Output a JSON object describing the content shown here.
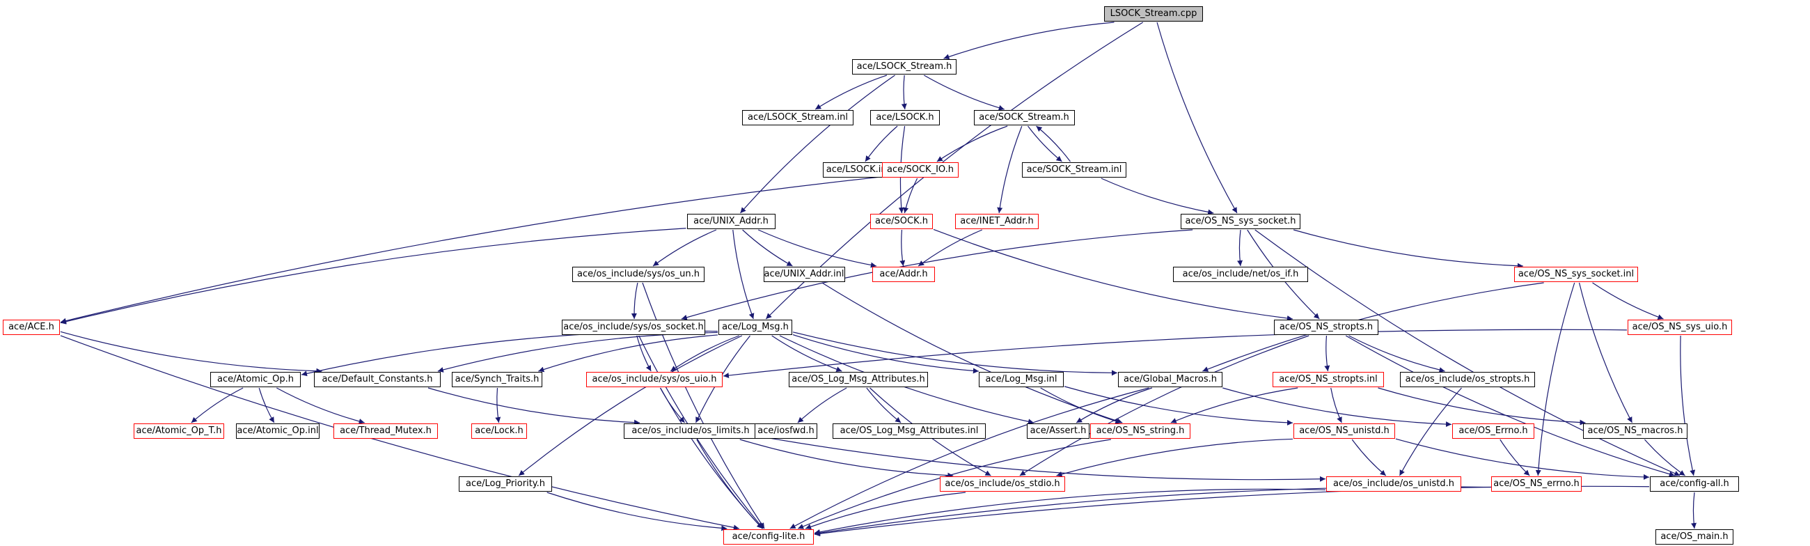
{
  "colors": {
    "edge": "#191970",
    "node_border": "#000000",
    "incomplete_border": "#ff0000",
    "root_fill": "#bfbfbf"
  },
  "nodes": [
    {
      "id": "root",
      "label": "LSOCK_Stream.cpp",
      "style": "root"
    },
    {
      "id": "lsock_stream_h",
      "label": "ace/LSOCK_Stream.h",
      "style": "black"
    },
    {
      "id": "lsock_stream_inl",
      "label": "ace/LSOCK_Stream.inl",
      "style": "black"
    },
    {
      "id": "lsock_h",
      "label": "ace/LSOCK.h",
      "style": "black"
    },
    {
      "id": "sock_stream_h",
      "label": "ace/SOCK_Stream.h",
      "style": "black"
    },
    {
      "id": "lsock_inl",
      "label": "ace/LSOCK.inl",
      "style": "black"
    },
    {
      "id": "sock_io_h",
      "label": "ace/SOCK_IO.h",
      "style": "red"
    },
    {
      "id": "sock_stream_inl",
      "label": "ace/SOCK_Stream.inl",
      "style": "black"
    },
    {
      "id": "unix_addr_h",
      "label": "ace/UNIX_Addr.h",
      "style": "black"
    },
    {
      "id": "sock_h",
      "label": "ace/SOCK.h",
      "style": "red"
    },
    {
      "id": "inet_addr_h",
      "label": "ace/INET_Addr.h",
      "style": "red"
    },
    {
      "id": "os_ns_sys_socket_h",
      "label": "ace/OS_NS_sys_socket.h",
      "style": "black"
    },
    {
      "id": "os_un_h",
      "label": "ace/os_include/sys/os_un.h",
      "style": "black"
    },
    {
      "id": "unix_addr_inl",
      "label": "ace/UNIX_Addr.inl",
      "style": "black"
    },
    {
      "id": "addr_h",
      "label": "ace/Addr.h",
      "style": "red"
    },
    {
      "id": "os_if_h",
      "label": "ace/os_include/net/os_if.h",
      "style": "black"
    },
    {
      "id": "os_ns_sys_socket_inl",
      "label": "ace/OS_NS_sys_socket.inl",
      "style": "red"
    },
    {
      "id": "ace_h",
      "label": "ace/ACE.h",
      "style": "red"
    },
    {
      "id": "os_socket_h",
      "label": "ace/os_include/sys/os_socket.h",
      "style": "black"
    },
    {
      "id": "log_msg_h",
      "label": "ace/Log_Msg.h",
      "style": "black"
    },
    {
      "id": "os_ns_stropts_h",
      "label": "ace/OS_NS_stropts.h",
      "style": "black"
    },
    {
      "id": "os_ns_sys_uio_h",
      "label": "ace/OS_NS_sys_uio.h",
      "style": "red"
    },
    {
      "id": "atomic_op_h",
      "label": "ace/Atomic_Op.h",
      "style": "black"
    },
    {
      "id": "default_constants_h",
      "label": "ace/Default_Constants.h",
      "style": "black"
    },
    {
      "id": "synch_traits_h",
      "label": "ace/Synch_Traits.h",
      "style": "black"
    },
    {
      "id": "os_uio_h",
      "label": "ace/os_include/sys/os_uio.h",
      "style": "red"
    },
    {
      "id": "os_log_msg_attributes_h",
      "label": "ace/OS_Log_Msg_Attributes.h",
      "style": "black"
    },
    {
      "id": "log_msg_inl",
      "label": "ace/Log_Msg.inl",
      "style": "black"
    },
    {
      "id": "global_macros_h",
      "label": "ace/Global_Macros.h",
      "style": "black"
    },
    {
      "id": "os_ns_stropts_inl",
      "label": "ace/OS_NS_stropts.inl",
      "style": "red"
    },
    {
      "id": "os_stropts_h",
      "label": "ace/os_include/os_stropts.h",
      "style": "black"
    },
    {
      "id": "atomic_op_t_h",
      "label": "ace/Atomic_Op_T.h",
      "style": "red"
    },
    {
      "id": "atomic_op_inl",
      "label": "ace/Atomic_Op.inl",
      "style": "black"
    },
    {
      "id": "thread_mutex_h",
      "label": "ace/Thread_Mutex.h",
      "style": "red"
    },
    {
      "id": "lock_h",
      "label": "ace/Lock.h",
      "style": "red"
    },
    {
      "id": "os_limits_h",
      "label": "ace/os_include/os_limits.h",
      "style": "black"
    },
    {
      "id": "iosfwd_h",
      "label": "ace/iosfwd.h",
      "style": "black"
    },
    {
      "id": "os_log_msg_attributes_inl",
      "label": "ace/OS_Log_Msg_Attributes.inl",
      "style": "black"
    },
    {
      "id": "assert_h",
      "label": "ace/Assert.h",
      "style": "black"
    },
    {
      "id": "os_ns_string_h",
      "label": "ace/OS_NS_string.h",
      "style": "red"
    },
    {
      "id": "os_ns_unistd_h",
      "label": "ace/OS_NS_unistd.h",
      "style": "red"
    },
    {
      "id": "os_errno_h",
      "label": "ace/OS_Errno.h",
      "style": "red"
    },
    {
      "id": "os_ns_macros_h",
      "label": "ace/OS_NS_macros.h",
      "style": "black"
    },
    {
      "id": "log_priority_h",
      "label": "ace/Log_Priority.h",
      "style": "black"
    },
    {
      "id": "os_stdio_h",
      "label": "ace/os_include/os_stdio.h",
      "style": "red"
    },
    {
      "id": "os_unistd_h",
      "label": "ace/os_include/os_unistd.h",
      "style": "red"
    },
    {
      "id": "os_ns_errno_h",
      "label": "ace/OS_NS_errno.h",
      "style": "red"
    },
    {
      "id": "config_all_h",
      "label": "ace/config-all.h",
      "style": "black"
    },
    {
      "id": "config_lite_h",
      "label": "ace/config-lite.h",
      "style": "red"
    },
    {
      "id": "os_main_h",
      "label": "ace/OS_main.h",
      "style": "black"
    }
  ],
  "edges": [
    [
      "root",
      "lsock_stream_h"
    ],
    [
      "root",
      "log_msg_h"
    ],
    [
      "root",
      "os_ns_sys_socket_h"
    ],
    [
      "lsock_stream_h",
      "lsock_stream_inl"
    ],
    [
      "lsock_stream_h",
      "lsock_h"
    ],
    [
      "lsock_stream_h",
      "sock_stream_h"
    ],
    [
      "lsock_stream_h",
      "unix_addr_h"
    ],
    [
      "lsock_h",
      "lsock_inl"
    ],
    [
      "lsock_h",
      "sock_h"
    ],
    [
      "sock_stream_h",
      "sock_io_h"
    ],
    [
      "sock_stream_h",
      "inet_addr_h"
    ],
    [
      "sock_stream_h",
      "sock_stream_inl"
    ],
    [
      "sock_stream_inl",
      "sock_stream_h"
    ],
    [
      "sock_stream_inl",
      "os_ns_sys_socket_h"
    ],
    [
      "sock_io_h",
      "sock_h"
    ],
    [
      "sock_io_h",
      "ace_h"
    ],
    [
      "sock_h",
      "addr_h"
    ],
    [
      "sock_h",
      "os_ns_stropts_h"
    ],
    [
      "inet_addr_h",
      "addr_h"
    ],
    [
      "unix_addr_h",
      "os_un_h"
    ],
    [
      "unix_addr_h",
      "unix_addr_inl"
    ],
    [
      "unix_addr_h",
      "addr_h"
    ],
    [
      "unix_addr_h",
      "ace_h"
    ],
    [
      "unix_addr_h",
      "log_msg_h"
    ],
    [
      "os_un_h",
      "os_socket_h"
    ],
    [
      "os_un_h",
      "config_lite_h"
    ],
    [
      "unix_addr_inl",
      "os_ns_string_h"
    ],
    [
      "os_ns_sys_socket_h",
      "os_socket_h"
    ],
    [
      "os_ns_sys_socket_h",
      "os_if_h"
    ],
    [
      "os_ns_sys_socket_h",
      "os_ns_sys_socket_inl"
    ],
    [
      "os_ns_sys_socket_h",
      "os_ns_stropts_h"
    ],
    [
      "os_ns_sys_socket_h",
      "config_all_h"
    ],
    [
      "os_ns_sys_socket_inl",
      "global_macros_h"
    ],
    [
      "os_ns_sys_socket_inl",
      "os_ns_sys_uio_h"
    ],
    [
      "os_ns_sys_socket_inl",
      "os_ns_macros_h"
    ],
    [
      "os_ns_sys_socket_inl",
      "os_ns_errno_h"
    ],
    [
      "os_ns_sys_uio_h",
      "os_uio_h"
    ],
    [
      "os_ns_sys_uio_h",
      "config_all_h"
    ],
    [
      "ace_h",
      "default_constants_h"
    ],
    [
      "ace_h",
      "config_lite_h"
    ],
    [
      "os_socket_h",
      "os_uio_h"
    ],
    [
      "os_socket_h",
      "config_lite_h"
    ],
    [
      "log_msg_h",
      "atomic_op_h"
    ],
    [
      "log_msg_h",
      "default_constants_h"
    ],
    [
      "log_msg_h",
      "synch_traits_h"
    ],
    [
      "log_msg_h",
      "os_uio_h"
    ],
    [
      "log_msg_h",
      "os_log_msg_attributes_h"
    ],
    [
      "log_msg_h",
      "log_msg_inl"
    ],
    [
      "log_msg_h",
      "global_macros_h"
    ],
    [
      "log_msg_h",
      "log_priority_h"
    ],
    [
      "log_msg_h",
      "assert_h"
    ],
    [
      "log_msg_h",
      "os_limits_h"
    ],
    [
      "os_ns_stropts_h",
      "os_ns_stropts_inl"
    ],
    [
      "os_ns_stropts_h",
      "os_stropts_h"
    ],
    [
      "os_ns_stropts_h",
      "os_stdio_h"
    ],
    [
      "os_ns_stropts_h",
      "config_all_h"
    ],
    [
      "atomic_op_h",
      "atomic_op_t_h"
    ],
    [
      "atomic_op_h",
      "atomic_op_inl"
    ],
    [
      "atomic_op_h",
      "thread_mutex_h"
    ],
    [
      "default_constants_h",
      "os_limits_h"
    ],
    [
      "synch_traits_h",
      "lock_h"
    ],
    [
      "os_uio_h",
      "os_limits_h"
    ],
    [
      "os_uio_h",
      "config_lite_h"
    ],
    [
      "os_log_msg_attributes_h",
      "iosfwd_h"
    ],
    [
      "os_log_msg_attributes_h",
      "os_log_msg_attributes_inl"
    ],
    [
      "os_log_msg_attributes_h",
      "os_stdio_h"
    ],
    [
      "log_msg_inl",
      "os_ns_string_h"
    ],
    [
      "log_msg_inl",
      "os_ns_unistd_h"
    ],
    [
      "global_macros_h",
      "assert_h"
    ],
    [
      "global_macros_h",
      "os_errno_h"
    ],
    [
      "global_macros_h",
      "config_lite_h"
    ],
    [
      "os_ns_stropts_inl",
      "os_ns_string_h"
    ],
    [
      "os_ns_stropts_inl",
      "os_ns_unistd_h"
    ],
    [
      "os_ns_stropts_inl",
      "os_ns_macros_h"
    ],
    [
      "os_stropts_h",
      "os_unistd_h"
    ],
    [
      "os_limits_h",
      "os_unistd_h"
    ],
    [
      "os_limits_h",
      "os_stdio_h"
    ],
    [
      "os_limits_h",
      "config_lite_h"
    ],
    [
      "os_ns_string_h",
      "config_lite_h"
    ],
    [
      "os_ns_unistd_h",
      "os_unistd_h"
    ],
    [
      "os_ns_unistd_h",
      "config_all_h"
    ],
    [
      "os_ns_unistd_h",
      "os_stdio_h"
    ],
    [
      "os_errno_h",
      "os_ns_errno_h"
    ],
    [
      "os_ns_macros_h",
      "config_all_h"
    ],
    [
      "log_priority_h",
      "config_lite_h"
    ],
    [
      "os_stdio_h",
      "config_lite_h"
    ],
    [
      "os_unistd_h",
      "config_lite_h"
    ],
    [
      "os_ns_errno_h",
      "config_lite_h"
    ],
    [
      "config_all_h",
      "config_lite_h"
    ],
    [
      "config_all_h",
      "os_main_h"
    ]
  ]
}
